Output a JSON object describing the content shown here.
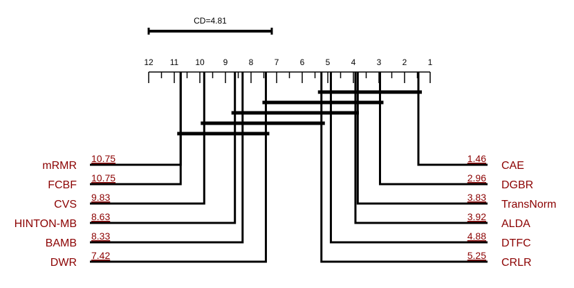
{
  "chart_data": {
    "type": "critical-difference-diagram",
    "cd_label": "CD=4.81",
    "cd_value": 4.81,
    "axis": {
      "min": 1,
      "max": 12,
      "reversed": true,
      "tick_labels": [
        "12",
        "11",
        "10",
        "9",
        "8",
        "7",
        "6",
        "5",
        "4",
        "3",
        "2",
        "1"
      ]
    },
    "left_methods": [
      {
        "name": "mRMR",
        "rank_label": "10.75",
        "rank": 10.75
      },
      {
        "name": "FCBF",
        "rank_label": "10.75",
        "rank": 10.75
      },
      {
        "name": "CVS",
        "rank_label": "9.83",
        "rank": 9.83
      },
      {
        "name": "HINTON-MB",
        "rank_label": "8.63",
        "rank": 8.63
      },
      {
        "name": "BAMB",
        "rank_label": "8.33",
        "rank": 8.33
      },
      {
        "name": "DWR",
        "rank_label": "7.42",
        "rank": 7.42
      }
    ],
    "right_methods": [
      {
        "name": "CAE",
        "rank_label": "1.46",
        "rank": 1.46
      },
      {
        "name": "DGBR",
        "rank_label": "2.96",
        "rank": 2.96
      },
      {
        "name": "TransNorm",
        "rank_label": "3.83",
        "rank": 3.83
      },
      {
        "name": "ALDA",
        "rank_label": "3.92",
        "rank": 3.92
      },
      {
        "name": "DTFC",
        "rank_label": "4.88",
        "rank": 4.88
      },
      {
        "name": "CRLR",
        "rank_label": "5.25",
        "rank": 5.25
      }
    ],
    "cliques": [
      {
        "from_rank": 1.46,
        "to_rank": 5.25
      },
      {
        "from_rank": 2.96,
        "to_rank": 7.42
      },
      {
        "from_rank": 3.92,
        "to_rank": 8.63
      },
      {
        "from_rank": 5.25,
        "to_rank": 9.83
      },
      {
        "from_rank": 7.42,
        "to_rank": 10.75
      }
    ],
    "colors": {
      "label": "#8b0000",
      "line": "#000000"
    }
  }
}
